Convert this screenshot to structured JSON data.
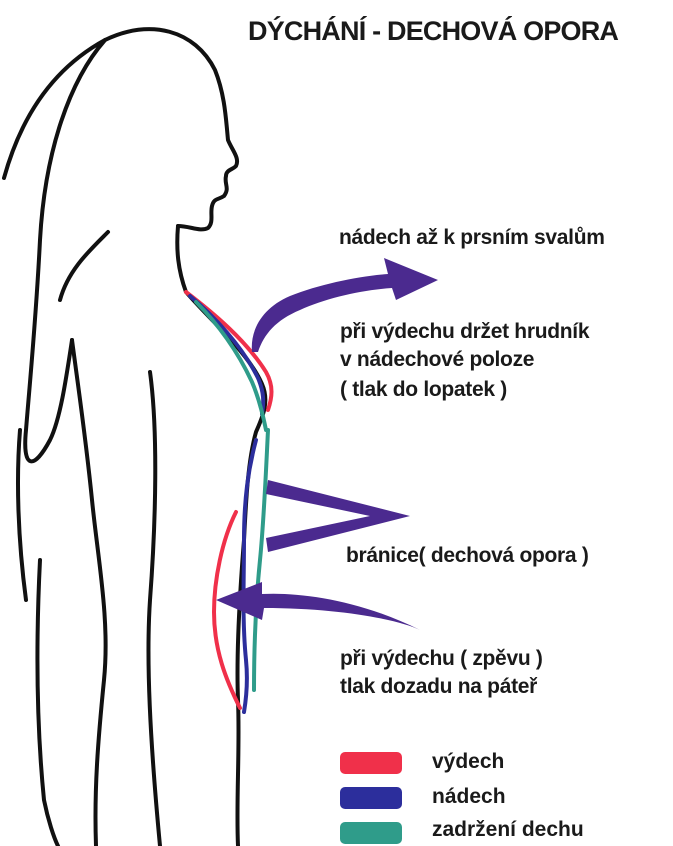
{
  "title": "DÝCHÁNÍ - DECHOVÁ OPORA",
  "annotations": {
    "inhale_chest": "nádech až k prsním svalům",
    "exhale_chest_line1": "při výdechu držet hrudník",
    "exhale_chest_line2": "v nádechové poloze",
    "exhale_chest_line3": "( tlak do lopatek )",
    "diaphragm": "bránice( dechová opora )",
    "exhale_back_line1": "při výdechu ( zpěvu )",
    "exhale_back_line2": "tlak dozadu na páteř"
  },
  "legend": [
    {
      "label": "výdech",
      "color": "#f0304a"
    },
    {
      "label": "nádech",
      "color": "#2c2e9c"
    },
    {
      "label": "zadržení dechu",
      "color": "#2f9c8a"
    }
  ],
  "colors": {
    "arrow": "#4b2a8f",
    "outline": "#111111",
    "exhale": "#f0304a",
    "inhale": "#2c2e9c",
    "hold": "#2f9c8a"
  }
}
